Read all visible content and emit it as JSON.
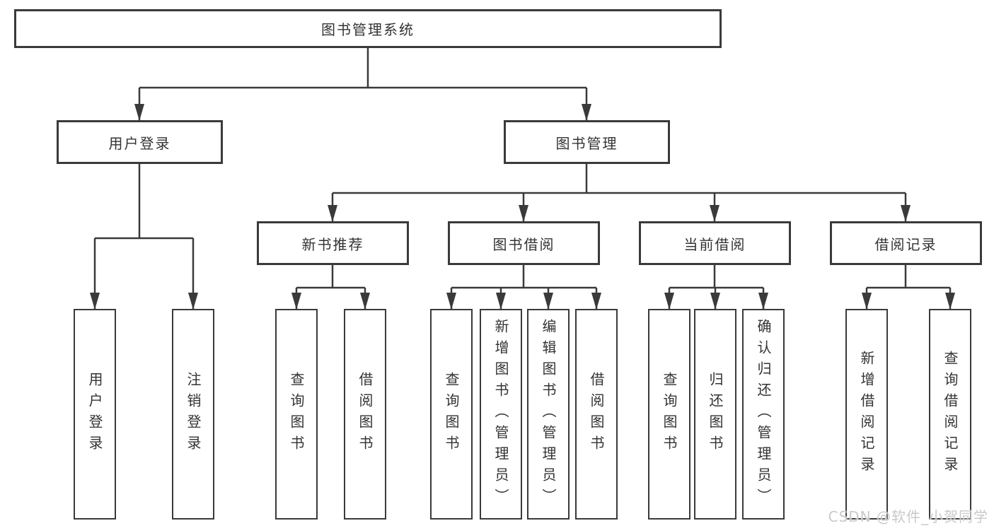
{
  "diagram": {
    "root": {
      "label": "图书管理系统"
    },
    "branches": [
      {
        "label": "用户登录",
        "children": [
          {
            "label": "用户登录"
          },
          {
            "label": "注销登录"
          }
        ]
      },
      {
        "label": "图书管理",
        "groups": [
          {
            "label": "新书推荐",
            "children": [
              {
                "label": "查询图书"
              },
              {
                "label": "借阅图书"
              }
            ]
          },
          {
            "label": "图书借阅",
            "children": [
              {
                "label": "查询图书"
              },
              {
                "label": "新增图书（管理员）"
              },
              {
                "label": "编辑图书（管理员）"
              },
              {
                "label": "借阅图书"
              }
            ]
          },
          {
            "label": "当前借阅",
            "children": [
              {
                "label": "查询图书"
              },
              {
                "label": "归还图书"
              },
              {
                "label": "确认归还（管理员）"
              }
            ]
          },
          {
            "label": "借阅记录",
            "children": [
              {
                "label": "新增借阅记录"
              },
              {
                "label": "查询借阅记录"
              }
            ]
          }
        ]
      }
    ]
  },
  "watermark": "CSDN @软件_小贺同学",
  "colors": {
    "line": "#3a3a3a",
    "box_border": "#3a3a3a",
    "text": "#333333",
    "watermark": "#c9c9c9",
    "background": "#ffffff"
  }
}
